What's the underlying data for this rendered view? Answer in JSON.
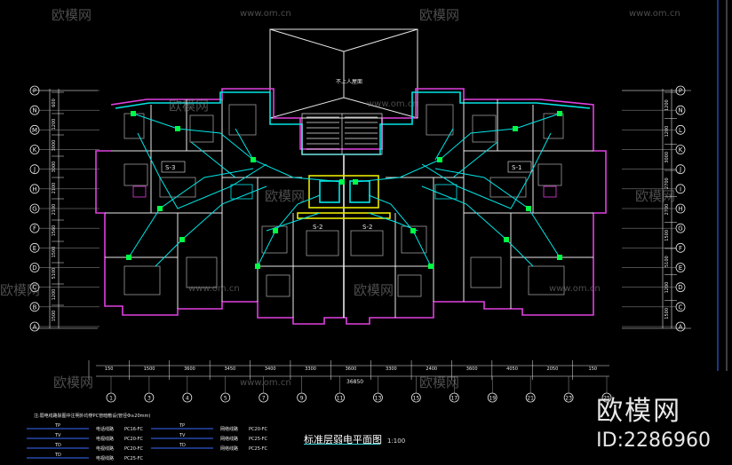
{
  "title": "标准层弱电平面图",
  "scale": "1:100",
  "watermark": {
    "brand": "欧模网",
    "url": "www.om.cn"
  },
  "brand": {
    "name": "欧模网",
    "id": "ID:2286960"
  },
  "top_label": "不上人屋面",
  "room_tags": [
    "S-3",
    "S-2",
    "S-2",
    "S-1"
  ],
  "grid_left": [
    "P",
    "N",
    "M",
    "K",
    "J",
    "H",
    "G",
    "F",
    "E",
    "D",
    "C",
    "B",
    "A"
  ],
  "grid_right": [
    "P",
    "N",
    "L",
    "K",
    "J",
    "I",
    "H",
    "G",
    "F",
    "E",
    "D",
    "C",
    "A"
  ],
  "left_dims": [
    "600",
    "1200",
    "3000",
    "3000",
    "2100",
    "2100",
    "1560",
    "1500",
    "5100",
    "1200",
    "1500"
  ],
  "right_dims": [
    "1200",
    "1200",
    "3000",
    "2700",
    "2700",
    "1500",
    "5100",
    "1200",
    "1500"
  ],
  "bottom_dims": [
    "150",
    "1500",
    "3600",
    "3450",
    "3400",
    "3300",
    "3600",
    "3300",
    "2400",
    "3600",
    "4050",
    "2050",
    "150"
  ],
  "total_dim": "36850",
  "bottom_axes": [
    "1",
    "3",
    "4",
    "5",
    "7",
    "9",
    "11",
    "13",
    "15",
    "17",
    "19",
    "21",
    "23",
    "25"
  ],
  "legend_note": "注:弱电线路除图中注明外均穿PC管暗敷设(管径Φ≥20mm)",
  "legend_left": [
    {
      "tag": "TP",
      "desc": "电话线路",
      "spec": "PC16-FC"
    },
    {
      "tag": "TV",
      "desc": "电视线路",
      "spec": "PC20-FC"
    },
    {
      "tag": "TD",
      "desc": "电视线路",
      "spec": "PC20-FC"
    },
    {
      "tag": "TD",
      "desc": "电视线路",
      "spec": "PC25-FC"
    }
  ],
  "legend_right": [
    {
      "tag": "TP",
      "desc": "网络线路",
      "spec": "PC20-FC"
    },
    {
      "tag": "TV",
      "desc": "网络线路",
      "spec": "PC25-FC"
    },
    {
      "tag": "TD",
      "desc": "网络线路",
      "spec": "PC25-FC"
    }
  ],
  "colors": {
    "wall": "#e8e8e8",
    "cyan": "#00e5e5",
    "magenta": "#e040e0",
    "yellow": "#e8e800",
    "green": "#00ff44",
    "grey": "#9a9a9a",
    "blue": "#3a6cff",
    "red": "#ff3030"
  }
}
